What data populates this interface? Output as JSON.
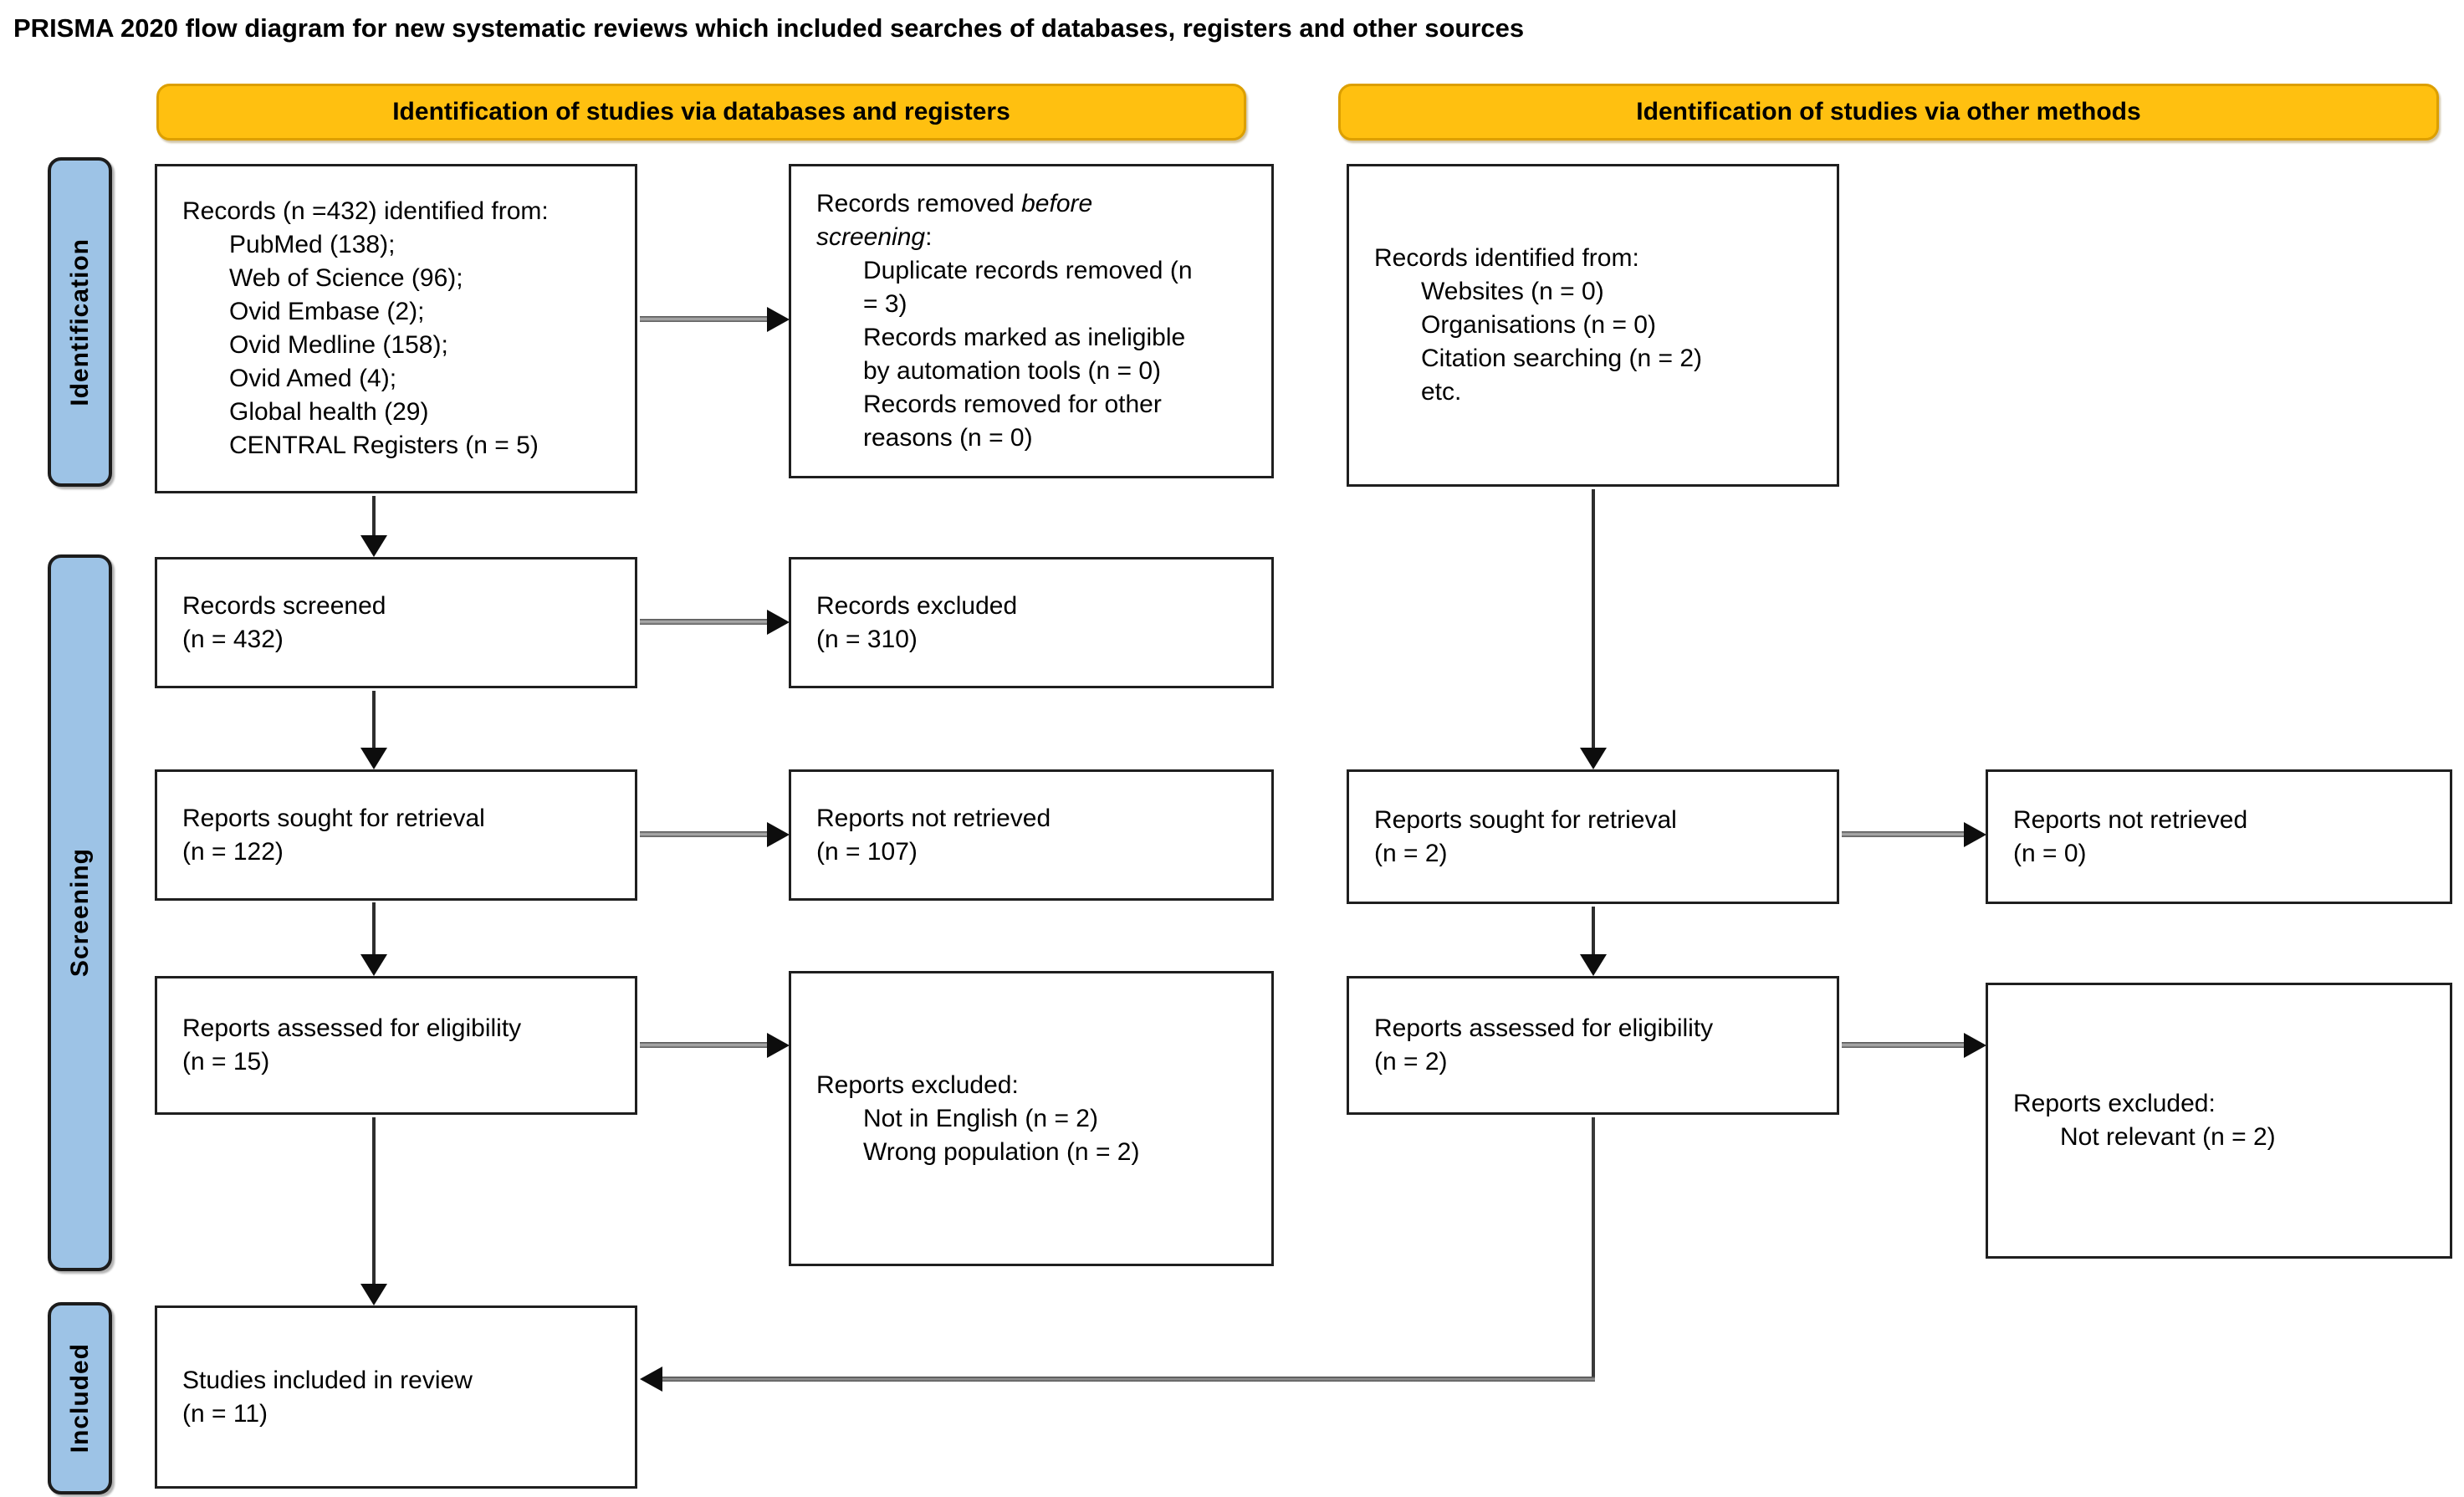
{
  "title": "PRISMA 2020 flow diagram for new systematic reviews which included searches of databases, registers and other sources",
  "column_headers": {
    "databases": "Identification of studies via databases and registers",
    "other_methods": "Identification of studies via other methods"
  },
  "stages": {
    "identification": "Identification",
    "screening": "Screening",
    "included": "Included"
  },
  "colors": {
    "header_fill": "#FFC010",
    "header_border": "#DC9F00",
    "stage_fill": "#9DC3E6",
    "box_border": "#1F1F1F",
    "arrow": "#0D0D0D"
  },
  "boxes": {
    "records_identified_databases": {
      "heading": "Records (n =432) identified from:",
      "items": [
        "PubMed (138);",
        "Web of Science (96);",
        "Ovid Embase (2);",
        "Ovid Medline (158);",
        "Ovid Amed (4);",
        "Global health (29)",
        "CENTRAL Registers (n = 5)"
      ]
    },
    "records_removed": {
      "heading_prefix": "Records removed ",
      "heading_italic": "before screening",
      "heading_suffix": ":",
      "items": [
        "Duplicate records removed (n = 3)",
        "Records marked as ineligible by automation tools (n = 0)",
        "Records removed for other reasons (n = 0)"
      ]
    },
    "records_identified_other": {
      "heading": "Records identified from:",
      "items": [
        "Websites (n = 0)",
        "Organisations (n = 0)",
        "Citation searching (n = 2)",
        "etc."
      ]
    },
    "records_screened": {
      "line1": "Records screened",
      "line2": "(n = 432)"
    },
    "records_excluded": {
      "line1": "Records excluded",
      "line2": "(n = 310)"
    },
    "reports_sought_databases": {
      "line1": "Reports sought for retrieval",
      "line2": "(n = 122)"
    },
    "reports_not_retrieved_databases": {
      "line1": "Reports not retrieved",
      "line2": "(n = 107)"
    },
    "reports_sought_other": {
      "line1": "Reports sought for retrieval",
      "line2": "(n = 2)"
    },
    "reports_not_retrieved_other": {
      "line1": "Reports not retrieved",
      "line2": "(n = 0)"
    },
    "reports_assessed_databases": {
      "line1": "Reports assessed for eligibility",
      "line2": "(n = 15)"
    },
    "reports_excluded_databases": {
      "heading": "Reports excluded:",
      "items": [
        "Not in English (n = 2)",
        "Wrong population (n = 2)"
      ]
    },
    "reports_assessed_other": {
      "line1": "Reports assessed for eligibility",
      "line2": "(n = 2)"
    },
    "reports_excluded_other": {
      "heading": "Reports excluded:",
      "items": [
        "Not relevant (n = 2)"
      ]
    },
    "studies_included": {
      "line1": "Studies included in review",
      "line2": "(n = 11)"
    }
  }
}
